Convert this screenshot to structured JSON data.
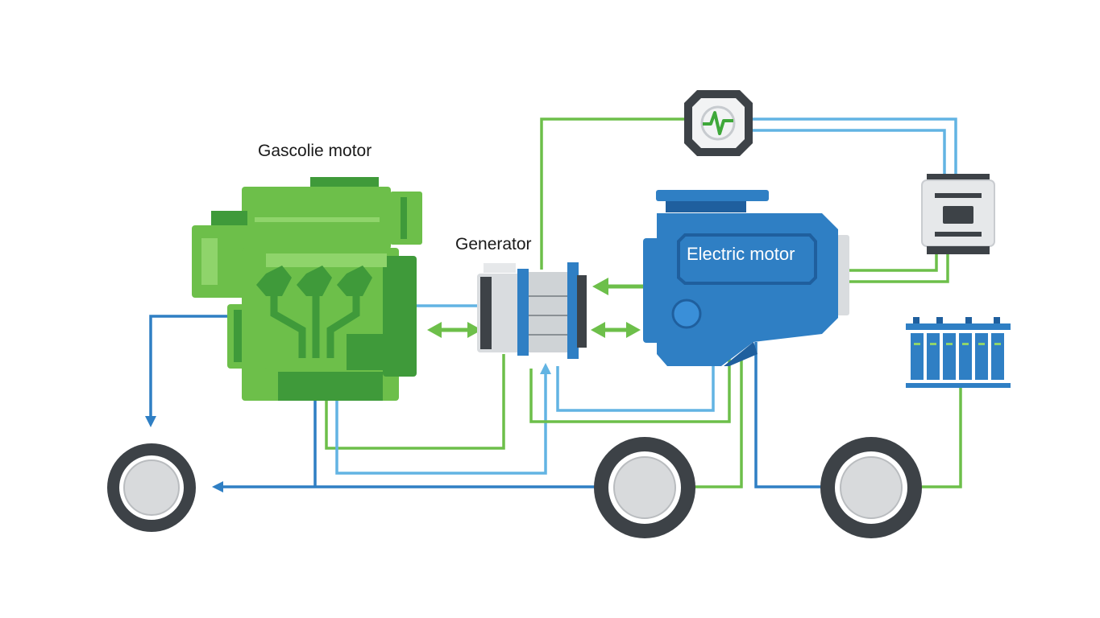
{
  "labels": {
    "gasoline_motor": "Gascolie motor",
    "generator": "Generator",
    "electric_motor": "Electric motor"
  },
  "colors": {
    "green": "#6dbf4a",
    "green_dark": "#3f9a3a",
    "green_light": "#8fd46b",
    "blue": "#2f7fc4",
    "blue_dark": "#1f5f9e",
    "light_blue": "#62b4e3",
    "wheel_dark": "#3d4247",
    "wheel_hub": "#d8dadc",
    "generator_gray": "#d9dcdf"
  },
  "icons": [
    "controller-icon",
    "inverter-icon",
    "battery-pack-icon",
    "wheel-icon"
  ]
}
